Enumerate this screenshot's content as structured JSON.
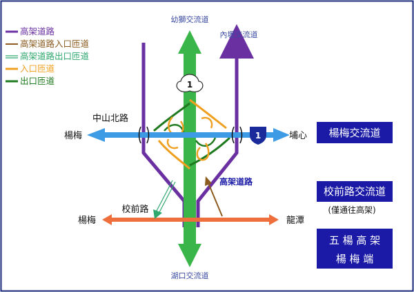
{
  "colors": {
    "elevated": "#6a2fa0",
    "elevated_entry": "#8a5a1e",
    "elevated_exit": "#2fa86e",
    "entry_ramp": "#f0a020",
    "exit_ramp": "#1e7a1e",
    "freeway": "#3ab54a",
    "east_west_road": "#3d9be6",
    "xiaoqian_road": "#ee6e3c",
    "box_fill": "#1a1aa6",
    "frame": "#1b2b7a"
  },
  "legend": [
    {
      "label": "高架道路",
      "color_key": "elevated"
    },
    {
      "label": "高架道路入口匝道",
      "color_key": "elevated_entry"
    },
    {
      "label": "高架道路出口匝道",
      "color_key": "elevated_exit"
    },
    {
      "label": "入口匝道",
      "color_key": "entry_ramp"
    },
    {
      "label": "出口匝道",
      "color_key": "exit_ramp"
    }
  ],
  "labels": {
    "top_interchange": "幼獅交流道",
    "neili_interchange": "內壢交流道",
    "zhongshan_north": "中山北路",
    "west_yangmei": "楊梅",
    "east_pushin": "埔心",
    "elevated_road": "高架道路",
    "xiaoqian_road": "校前路",
    "west_yangmei_2": "楊梅",
    "east_longtan": "龍潭",
    "bottom_interchange": "湖口交流道"
  },
  "shields": {
    "freeway_1_top": "1",
    "freeway_1_right": "1"
  },
  "boxes": {
    "yangmei_interchange": "楊梅交流道",
    "xiaoqian_interchange": "校前路交流道",
    "xiaoqian_note": "(僅通往高架)",
    "wuyang_line1": "五 楊 高 架",
    "wuyang_line2": "楊 梅 端"
  }
}
